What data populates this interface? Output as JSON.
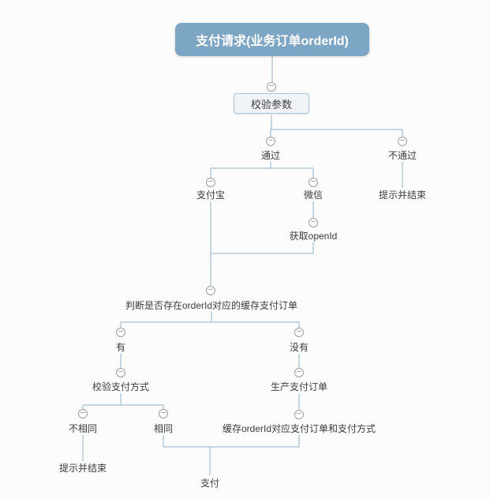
{
  "diagram": {
    "nodes": {
      "root": "支付请求(业务订单orderId)",
      "validate_params": "校验参数",
      "pass": "通过",
      "reject": "不通过",
      "reject_end": "提示并结束",
      "alipay": "支付宝",
      "wechat": "微信",
      "get_openid": "获取openId",
      "check_cache": "判断是否存在orderId对应的缓存支付订单",
      "has_cache": "有",
      "no_cache": "没有",
      "verify_pay_method": "校验支付方式",
      "create_pay_order": "生产支付订单",
      "not_same": "不相同",
      "same": "相同",
      "cache_order": "缓存orderId对应支付订单和支付方式",
      "not_same_end": "提示并结束",
      "pay": "支付"
    }
  },
  "icons": {
    "collapse_glyph": "−"
  },
  "colors": {
    "canvas_bg": "#fcfcfc",
    "accent": "#7da5c4",
    "root_text": "#ffffff",
    "box_bg": "#f0f3f8",
    "box_border": "#a7c5db",
    "line": "#8fb2cb",
    "label": "#3d3d3d",
    "circle_border": "#9e9e9e",
    "circle_glyph": "#8c8c8c"
  }
}
